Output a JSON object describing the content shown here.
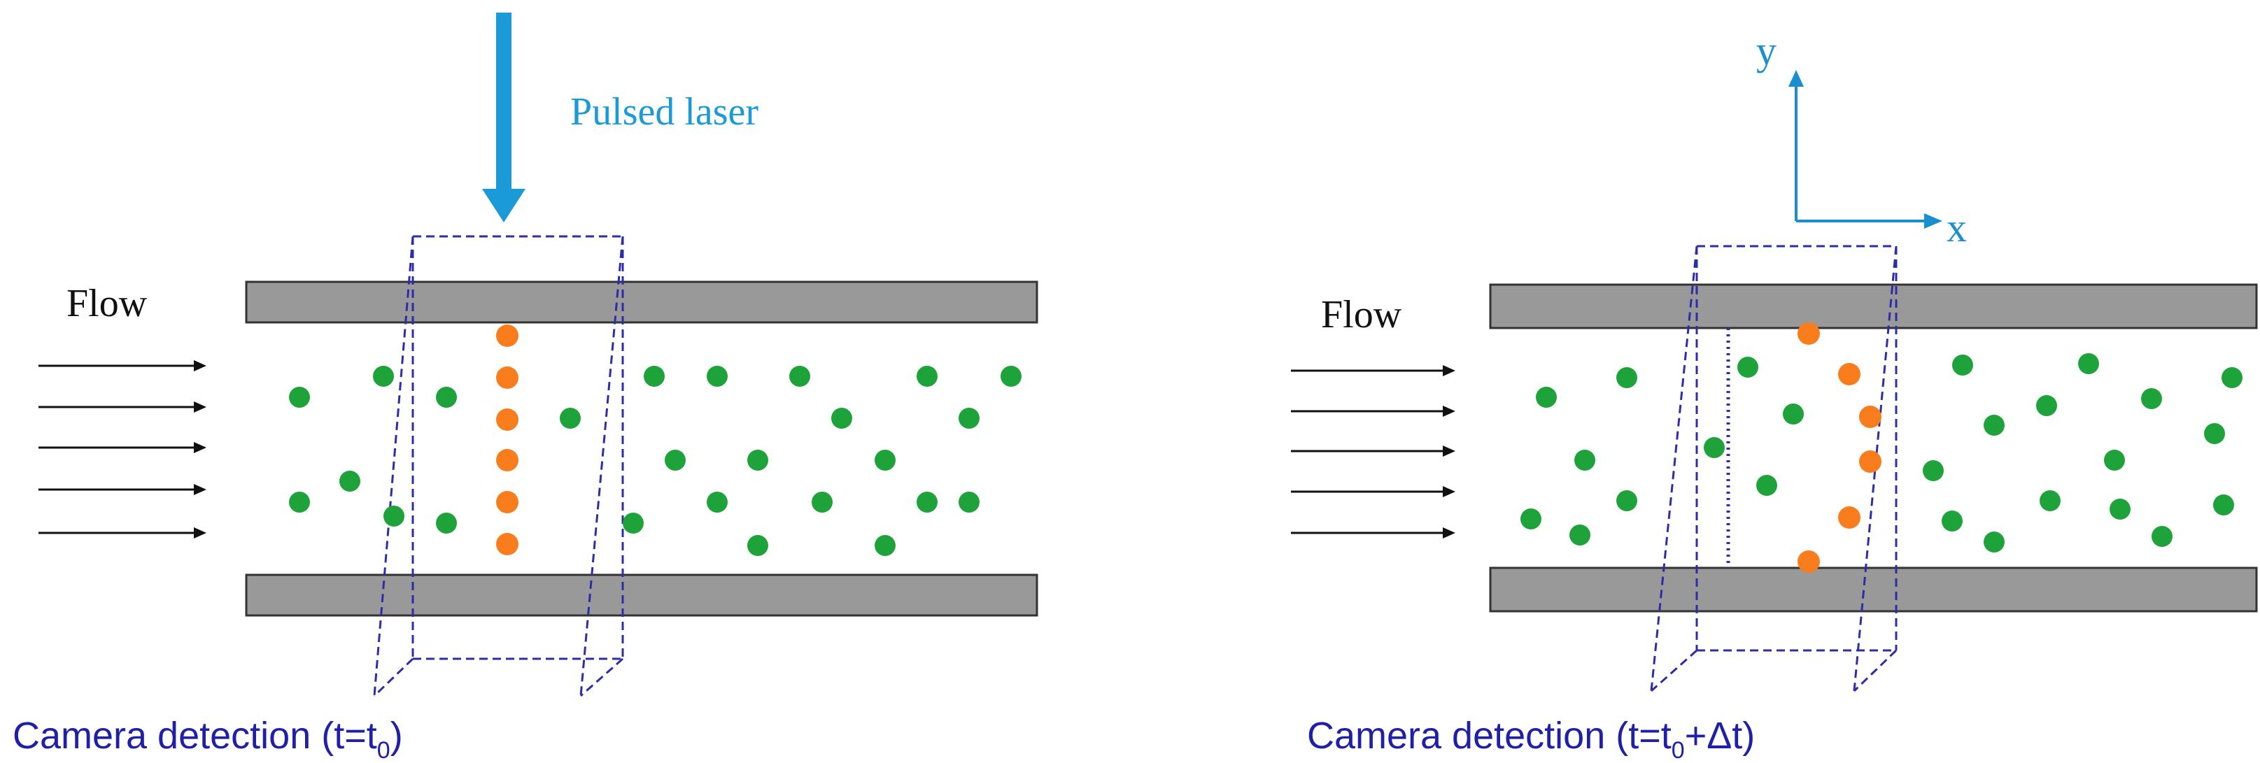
{
  "colors": {
    "wall": "#999999",
    "wall_stroke": "#333333",
    "laser": "#1a9bd7",
    "axis": "#1a8fd0",
    "camera_box": "#2d2da8",
    "caption": "#1f1fa8",
    "tracer": "#f97d1c",
    "particle": "#1ea33a",
    "arrow": "#111111"
  },
  "left_panel": {
    "flow_label": "Flow",
    "laser_label": "Pulsed laser",
    "caption_main": "Camera detection (t=t",
    "caption_sub": "0",
    "caption_tail": ")"
  },
  "right_panel": {
    "flow_label": "Flow",
    "axis_y": "y",
    "axis_x": "x",
    "caption_main": "Camera detection (t=t",
    "caption_sub": "0",
    "caption_tail": "+Δt)"
  }
}
